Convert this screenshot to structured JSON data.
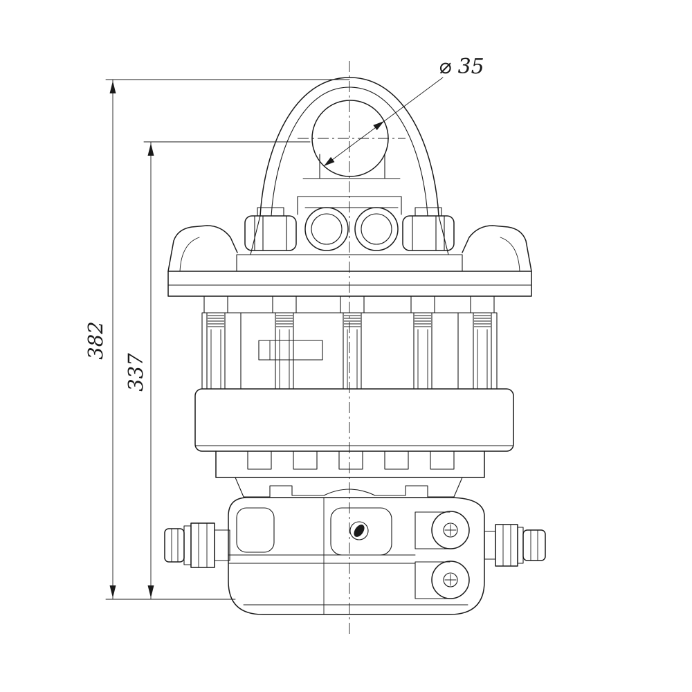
{
  "drawing": {
    "dimension_labels": {
      "hole_diameter": "⌀ 35",
      "overall_height": "382",
      "body_height": "337"
    },
    "colors": {
      "line": "#1a1a1a",
      "background": "#ffffff"
    }
  }
}
